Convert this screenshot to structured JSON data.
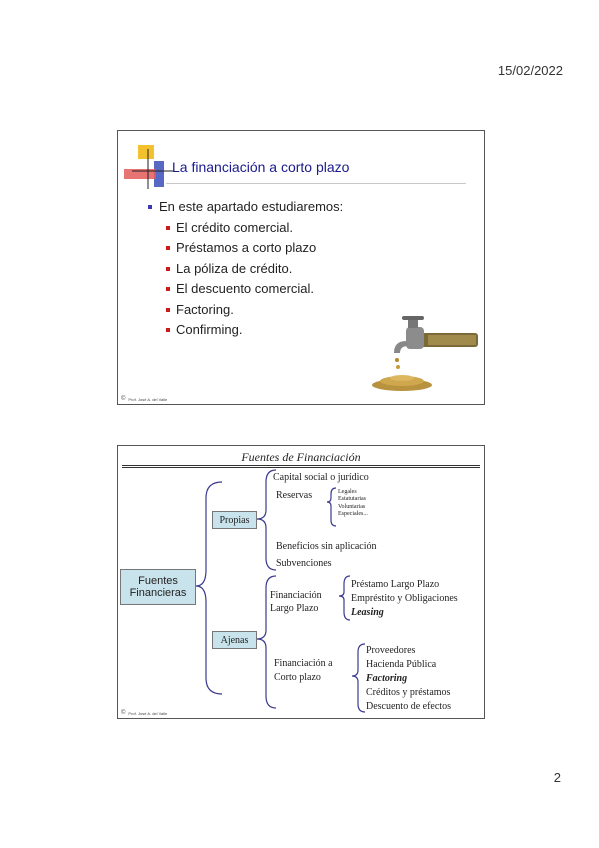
{
  "page": {
    "date": "15/02/2022",
    "number": "2"
  },
  "slide1": {
    "title": "La financiación a corto plazo",
    "intro": "En este apartado estudiaremos:",
    "items": [
      "El crédito comercial.",
      "Préstamos a corto plazo",
      "La póliza de crédito.",
      "El descuento comercial.",
      "Factoring.",
      "Confirming."
    ],
    "footer": "Prof. José A. del Valle"
  },
  "slide2": {
    "title": "Fuentes de Financiación",
    "root": "Fuentes Financieras",
    "propias": {
      "label": "Propias",
      "capital": "Capital social o jurídico",
      "reservas": "Reservas",
      "reservas_types": [
        "Legales",
        "Estatutarias",
        "Voluntarias",
        "Especiales..."
      ],
      "beneficios": "Beneficios sin aplicación",
      "subvenciones": "Subvenciones"
    },
    "ajenas": {
      "label": "Ajenas",
      "largo_line1": "Financiación",
      "largo_line2": "Largo Plazo",
      "largo_items": [
        "Préstamo Largo Plazo",
        "Empréstito y Obligaciones",
        "Leasing"
      ],
      "corto_line1": "Financiación a",
      "corto_line2": "Corto plazo",
      "corto_items": [
        "Proveedores",
        "Hacienda Pública",
        "Factoring",
        "Créditos y préstamos",
        "Descuento de efectos"
      ]
    },
    "footer": "Prof. José A. del Valle"
  },
  "colors": {
    "title_blue": "#1a1a8c",
    "bullet_red": "#cc1a1a",
    "box_fill": "#c9e3ec"
  }
}
